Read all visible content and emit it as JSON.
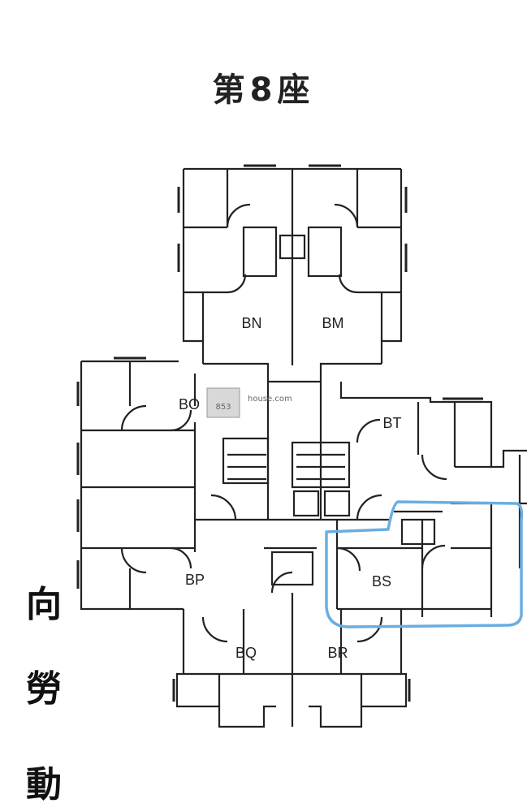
{
  "title": "第8座",
  "orientation_chars": [
    "向",
    "勞",
    "動"
  ],
  "units": [
    "BN",
    "BM",
    "BO",
    "BT",
    "BP",
    "BS",
    "BQ",
    "BR"
  ],
  "watermark": "house.com",
  "watermark_logo": "853",
  "highlight_color": "#6aaee0",
  "line_color": "#222222"
}
